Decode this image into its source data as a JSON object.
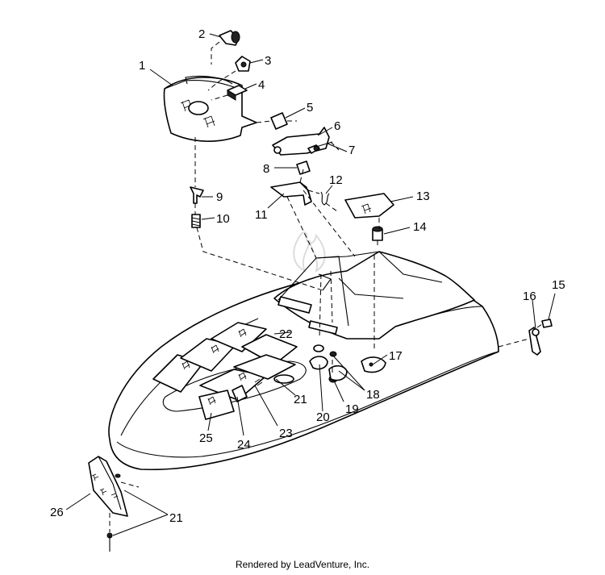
{
  "diagram": {
    "callouts": [
      {
        "id": "c1",
        "label": "1"
      },
      {
        "id": "c2",
        "label": "2"
      },
      {
        "id": "c3",
        "label": "3"
      },
      {
        "id": "c4",
        "label": "4"
      },
      {
        "id": "c5",
        "label": "5"
      },
      {
        "id": "c6",
        "label": "6"
      },
      {
        "id": "c7",
        "label": "7"
      },
      {
        "id": "c8",
        "label": "8"
      },
      {
        "id": "c9",
        "label": "9"
      },
      {
        "id": "c10",
        "label": "10"
      },
      {
        "id": "c11",
        "label": "11"
      },
      {
        "id": "c12",
        "label": "12"
      },
      {
        "id": "c13",
        "label": "13"
      },
      {
        "id": "c14",
        "label": "14"
      },
      {
        "id": "c15",
        "label": "15"
      },
      {
        "id": "c16",
        "label": "16"
      },
      {
        "id": "c17",
        "label": "17"
      },
      {
        "id": "c18",
        "label": "18"
      },
      {
        "id": "c19",
        "label": "19"
      },
      {
        "id": "c20",
        "label": "20"
      },
      {
        "id": "c21a",
        "label": "21"
      },
      {
        "id": "c21b",
        "label": "21"
      },
      {
        "id": "c22",
        "label": "22"
      },
      {
        "id": "c23",
        "label": "23"
      },
      {
        "id": "c24",
        "label": "24"
      },
      {
        "id": "c25",
        "label": "25"
      },
      {
        "id": "c26",
        "label": "26"
      }
    ],
    "footer": "Rendered by LeadVenture, Inc."
  }
}
